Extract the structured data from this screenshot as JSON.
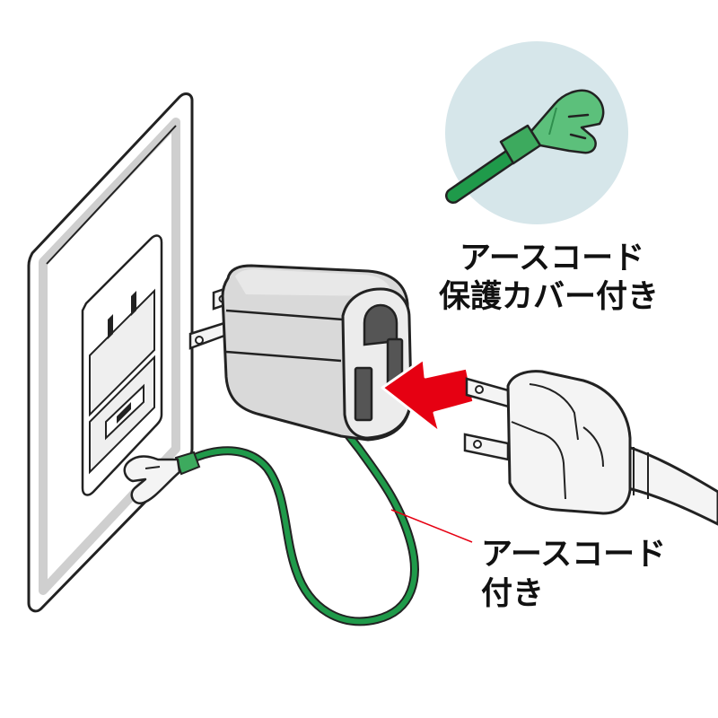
{
  "callout_inset": {
    "line1": "アースコード",
    "line2": "保護カバー付き"
  },
  "callout_cord": {
    "line1": "アースコード",
    "line2": "付き"
  },
  "colors": {
    "ground_wire": "#1f9a4a",
    "insert_arrow": "#e60012",
    "adapter_body": "#d9d9d9",
    "inset_circle": "#d6e6ea",
    "outline": "#222222"
  },
  "icons": [
    "wall-outlet",
    "adapter-plug",
    "insert-arrow",
    "power-plug",
    "ground-wire",
    "fork-terminal"
  ]
}
